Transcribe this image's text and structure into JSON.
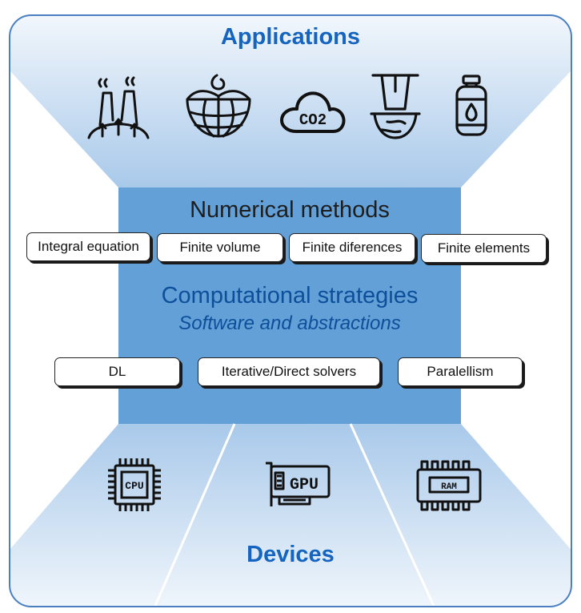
{
  "titles": {
    "applications": "Applications",
    "numerical_methods": "Numerical methods",
    "computational_strategies": "Computational strategies",
    "software": "Software and abstractions",
    "devices": "Devices"
  },
  "numerical_methods": [
    "Integral equation",
    "Finite volume",
    "Finite diferences",
    "Finite elements"
  ],
  "strategies": [
    "DL",
    "Iterative/Direct solvers",
    "Paralellism"
  ],
  "device_labels": {
    "cpu": "CPU",
    "gpu": "GPU",
    "ram": "RAM"
  },
  "co2_label": "CO2",
  "application_icons": [
    "factory-icon",
    "globe-water-icon",
    "co2-cloud-icon",
    "oil-platform-icon",
    "gas-cylinder-icon"
  ],
  "device_icons": [
    "cpu-icon",
    "gpu-icon",
    "ram-icon"
  ],
  "colors": {
    "outline": "#4a7fc1",
    "center_panel": "#62a0d7",
    "title_blue": "#1565c0",
    "strategy_blue": "#0d4f9a",
    "icon": "#111111"
  }
}
